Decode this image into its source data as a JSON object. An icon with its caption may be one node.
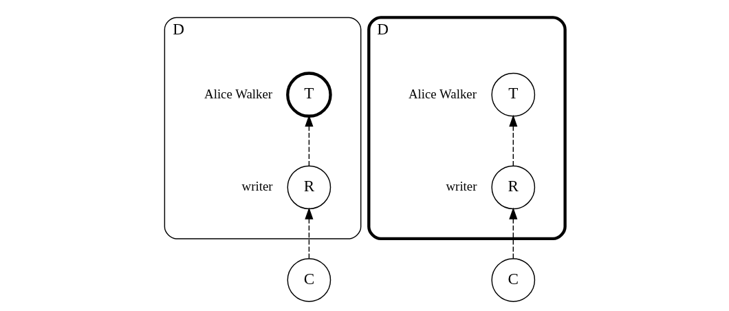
{
  "diagram": {
    "nodes": [
      {
        "text": [
          "D"
        ]
      },
      {
        "text": [
          "R"
        ],
        "in": 0,
        "beside": [
          "writer"
        ]
      },
      {
        "text": [
          "T"
        ],
        "in": 0,
        "beside": [
          "Alice Walker"
        ]
      },
      {
        "text": [
          "C"
        ]
      },
      {
        "text": [
          "D"
        ]
      },
      {
        "text": [
          "R"
        ],
        "in": 4,
        "beside": [
          "writer"
        ]
      },
      {
        "text": [
          "T"
        ],
        "in": 4,
        "beside": [
          "Alice Walker"
        ]
      },
      {
        "text": [
          "C"
        ]
      }
    ],
    "edges": [
      {
        "from": 3,
        "to": 1,
        "arrow": "to",
        "style": "dashed"
      },
      {
        "from": 1,
        "to": 2,
        "arrow": "to",
        "style": "dashed"
      },
      {
        "from": 7,
        "to": 5,
        "arrow": "to",
        "style": "dashed"
      },
      {
        "from": 5,
        "to": 6,
        "arrow": "to",
        "style": "dashed"
      }
    ]
  }
}
